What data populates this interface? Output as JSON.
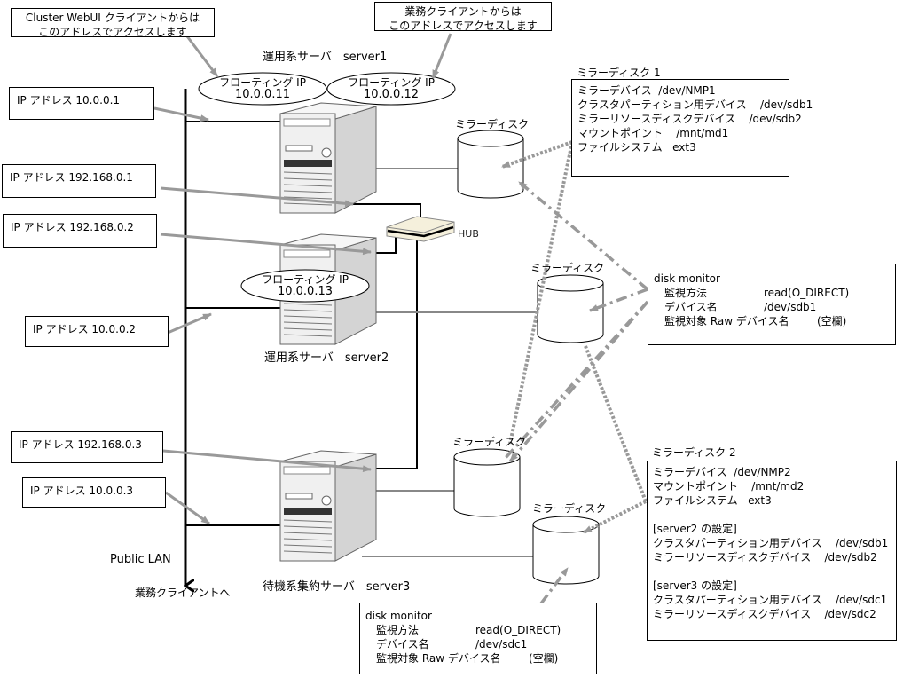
{
  "callouts": {
    "webui": [
      "Cluster WebUI クライアントからは",
      "このアドレスでアクセスします"
    ],
    "business": [
      "業務クライアントからは",
      "このアドレスでアクセスします"
    ]
  },
  "servers": {
    "server1": {
      "label": "運用系サーバ　server1"
    },
    "server2": {
      "label": "運用系サーバ　server2"
    },
    "server3": {
      "label": "待機系集約サーバ　server3"
    }
  },
  "floating_ips": [
    {
      "title": "フローティング IP",
      "address": "10.0.0.11"
    },
    {
      "title": "フローティング IP",
      "address": "10.0.0.12"
    },
    {
      "title": "フローティング IP",
      "address": "10.0.0.13"
    }
  ],
  "ip_labels": [
    {
      "text": "IP アドレス  10.0.0.1"
    },
    {
      "text": "IP アドレス  192.168.0.1"
    },
    {
      "text": "IP アドレス  192.168.0.2"
    },
    {
      "text": "IP アドレス  10.0.0.2"
    },
    {
      "text": "IP アドレス  192.168.0.3"
    },
    {
      "text": "IP アドレス  10.0.0.3"
    }
  ],
  "hub": {
    "label": "HUB"
  },
  "network": {
    "public_lan": "Public LAN",
    "to_clients": "業務クライアントへ"
  },
  "disk_label": "ミラーディスク",
  "mirror_disk_1": {
    "title": "ミラーディスク 1",
    "lines": [
      "ミラーデバイス  /dev/NMP1",
      "クラスタパーティション用デバイス    /dev/sdb1",
      "ミラーリソースディスクデバイス    /dev/sdb2",
      "マウントポイント    /mnt/md1",
      "ファイルシステム   ext3"
    ]
  },
  "mirror_disk_2": {
    "title": "ミラーディスク 2",
    "lines": [
      "ミラーデバイス  /dev/NMP2",
      "マウントポイント    /mnt/md2",
      "ファイルシステム   ext3",
      "",
      "[server2 の設定]",
      "クラスタパーティション用デバイス    /dev/sdb1",
      "ミラーリソースディスクデバイス    /dev/sdb2",
      "",
      "[server3 の設定]",
      "クラスタパーティション用デバイス    /dev/sdc1",
      "ミラーリソースディスクデバイス    /dev/sdc2"
    ]
  },
  "disk_monitor_1": {
    "title": "disk monitor",
    "rows": [
      {
        "key": "監視方法",
        "value": "read(O_DIRECT)"
      },
      {
        "key": "デバイス名",
        "value": "/dev/sdb1"
      },
      {
        "key": "監視対象 Raw デバイス名",
        "value": "(空欄)"
      }
    ]
  },
  "disk_monitor_2": {
    "title": "disk monitor",
    "rows": [
      {
        "key": "監視方法",
        "value": "read(O_DIRECT)"
      },
      {
        "key": "デバイス名",
        "value": "/dev/sdc1"
      },
      {
        "key": "監視対象 Raw デバイス名",
        "value": "(空欄)"
      }
    ]
  },
  "colors": {
    "arrow_gray": "#999999",
    "line_black": "#000000",
    "server_face": "#f0f0f0",
    "server_side": "#d4d4d4",
    "hub_body": "#f5f0dc"
  }
}
